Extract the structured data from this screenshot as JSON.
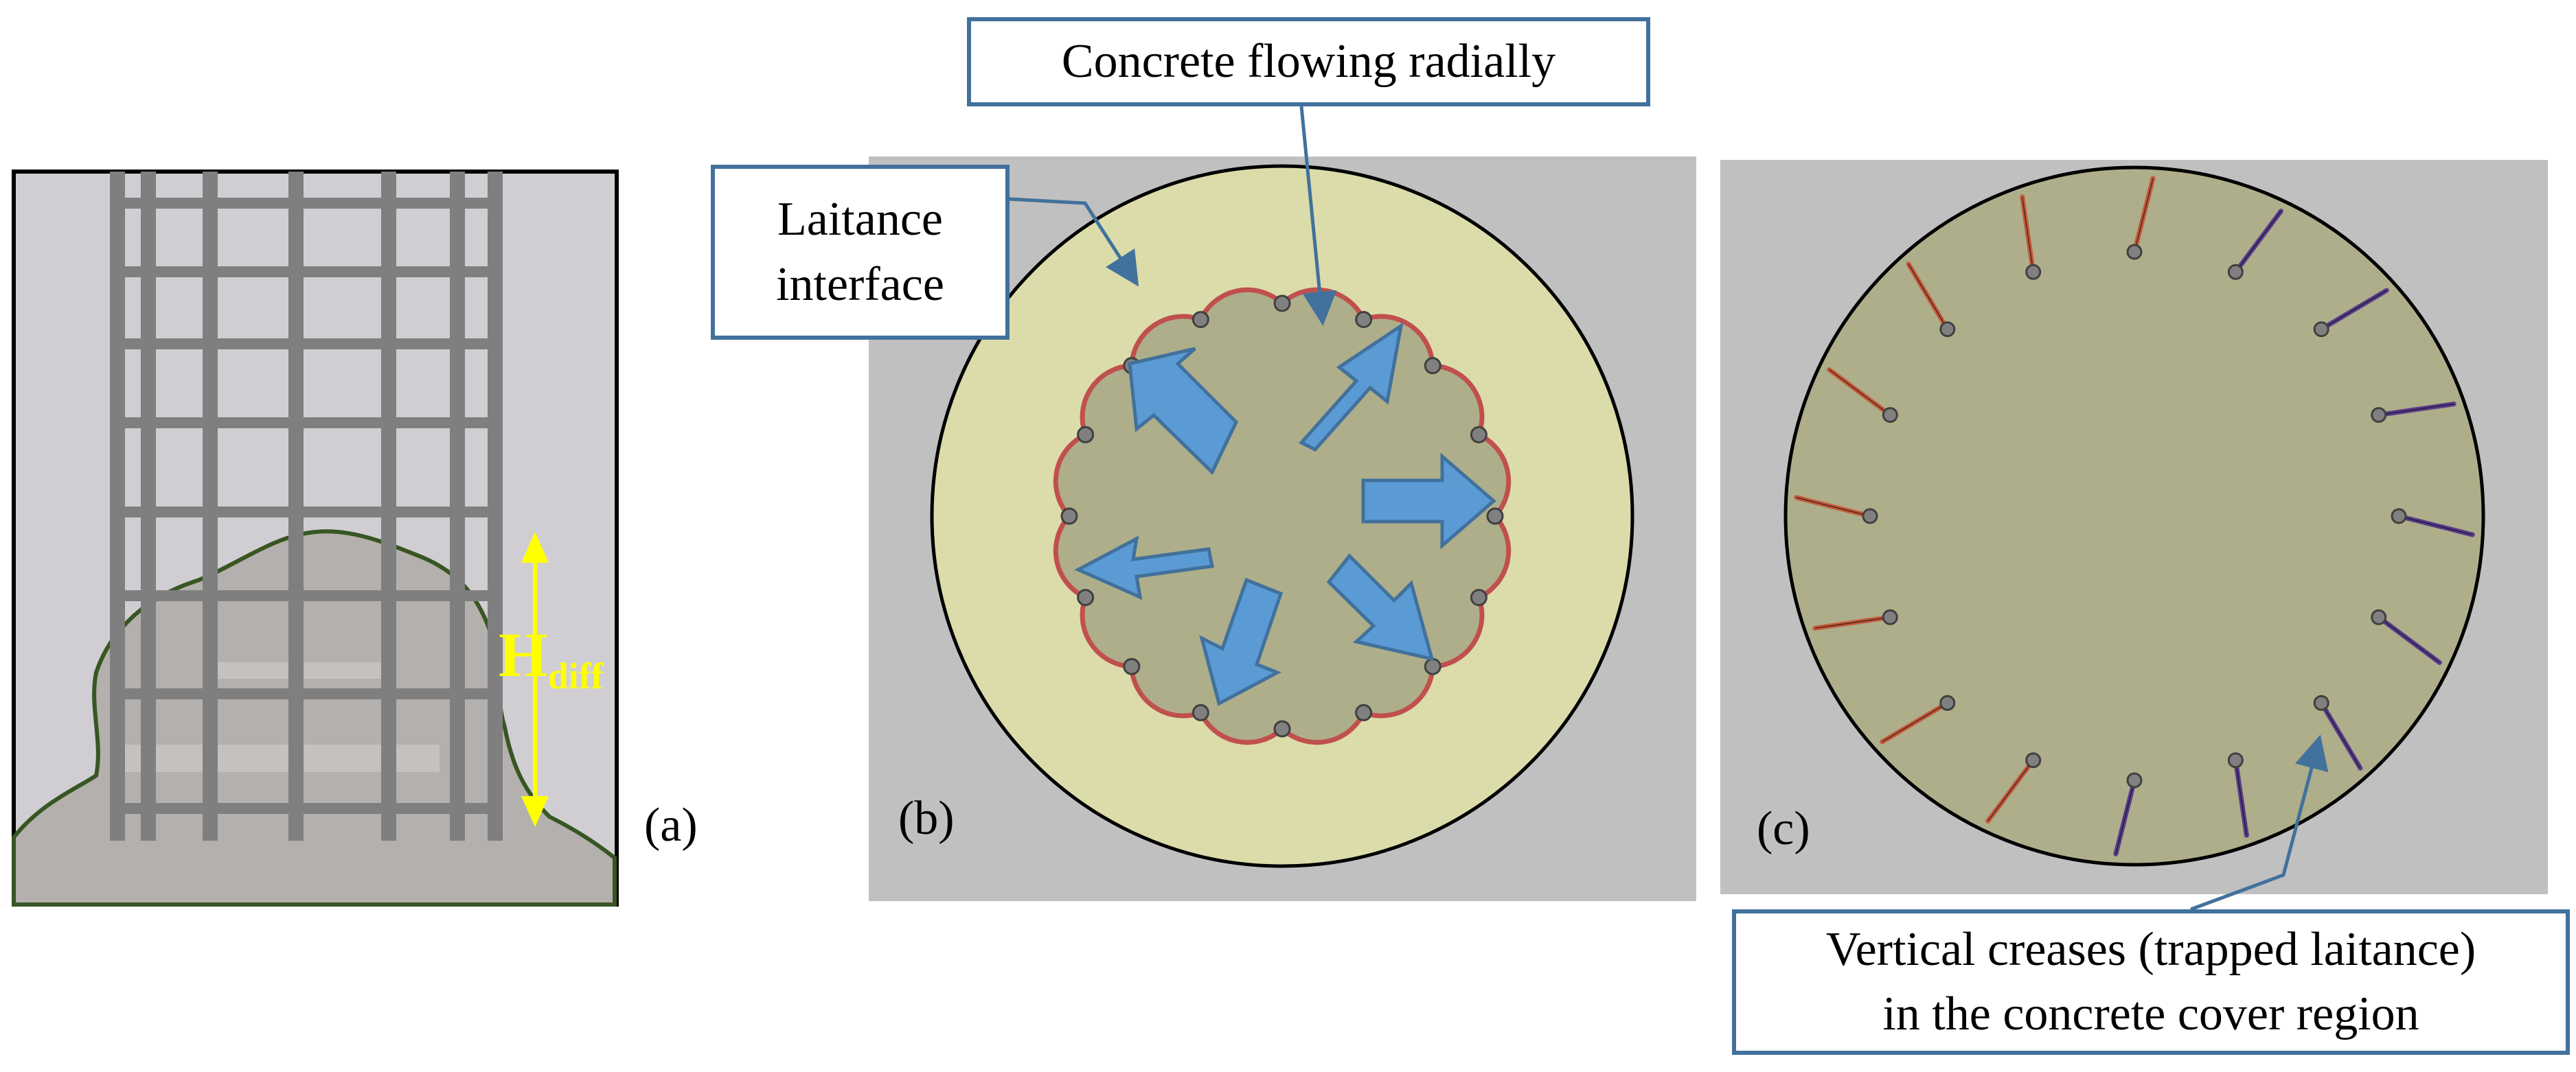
{
  "panels": {
    "a": {
      "label": "(a)",
      "dimension_label": "H",
      "dimension_subscript": "diff"
    },
    "b": {
      "label": "(b)"
    },
    "c": {
      "label": "(c)"
    }
  },
  "callouts": {
    "flow": "Concrete flowing radially",
    "laitance_line1": "Laitance",
    "laitance_line2": "interface",
    "creases_line1": "Vertical creases (trapped laitance)",
    "creases_line2": "in the concrete cover region"
  },
  "colors": {
    "formwork": "#c0c0c0",
    "panel_a_background": "#d0ced3",
    "concrete_fresh": "#b4b0ad",
    "cover_zone": "#dcdcab",
    "core_concrete": "#aeae8a",
    "rebar": "#7f7f7f",
    "arrow_fill": "#5b9bd5",
    "arrow_stroke": "#41719c",
    "laitance_line": "#c0504d",
    "dimension_arrow": "#ffff00",
    "crease_left": "#c55a3c",
    "crease_right": "#5a3c8c"
  }
}
